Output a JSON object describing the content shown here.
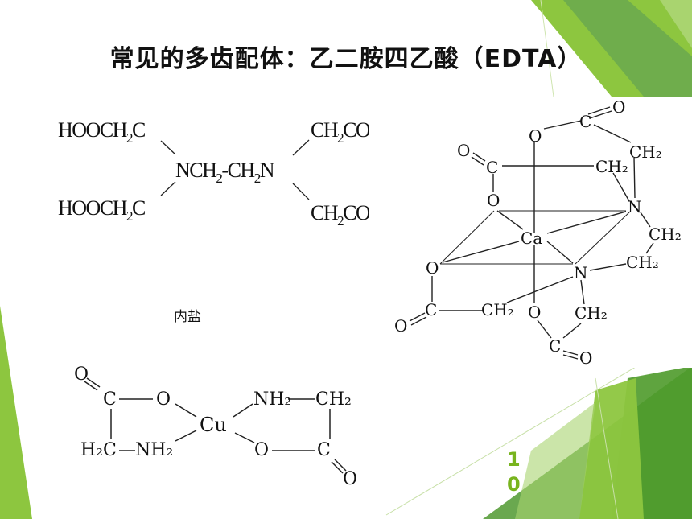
{
  "slide": {
    "title": "常见的多齿配体：乙二胺四乙酸（EDTA）",
    "caption": "内盐",
    "page_number": "10",
    "accent_colors": [
      "#8dc63f",
      "#6aa84f",
      "#a9d46f",
      "#4e9a2a"
    ]
  },
  "edta_formula": {
    "top_left": {
      "main": "HOOCH",
      "sub": "2",
      "tail": "C"
    },
    "bottom_left": {
      "main": "HOOCH",
      "sub": "2",
      "tail": "C"
    },
    "center": {
      "part1": "NCH",
      "sub1": "2",
      "part2": "-CH",
      "sub2": "2",
      "part3": "N"
    },
    "top_right": {
      "main": "CH",
      "sub": "2",
      "tail": "COOH"
    },
    "bottom_right": {
      "main": "CH",
      "sub": "2",
      "tail": "COOH"
    }
  },
  "ca_edta": {
    "labels": {
      "carbonyl_o_top": "O",
      "c_top": "C",
      "o_top_ring": "O",
      "ch2_top_right": "CH₂",
      "carbonyl_o_left": "O",
      "c_left": "C",
      "o_left": "O",
      "ch2_upper_mid": "CH₂",
      "n_upper": "N",
      "ca": "Ca",
      "ch2_right": "CH₂",
      "o_far_left": "O",
      "ch2_mid_right": "CH₂",
      "n_lower": "N",
      "carbonyl_o_bottom_left": "O",
      "c_bottom_left": "C",
      "ch2_bottom_mid": "CH₂",
      "o_bottom_ring": "O",
      "ch2_bottom_right": "CH₂",
      "c_bottom": "C",
      "carbonyl_o_bottom": "O"
    }
  },
  "cu_glycinate": {
    "labels": {
      "carbonyl_o_tl": "O",
      "c_tl": "C",
      "o_tl": "O",
      "cu": "Cu",
      "nh2_tr": "NH₂",
      "ch2_tr": "CH₂",
      "h2c_bl": "H₂C",
      "nh2_bl": "NH₂",
      "o_br": "O",
      "c_br": "C",
      "carbonyl_o_br": "O"
    }
  }
}
